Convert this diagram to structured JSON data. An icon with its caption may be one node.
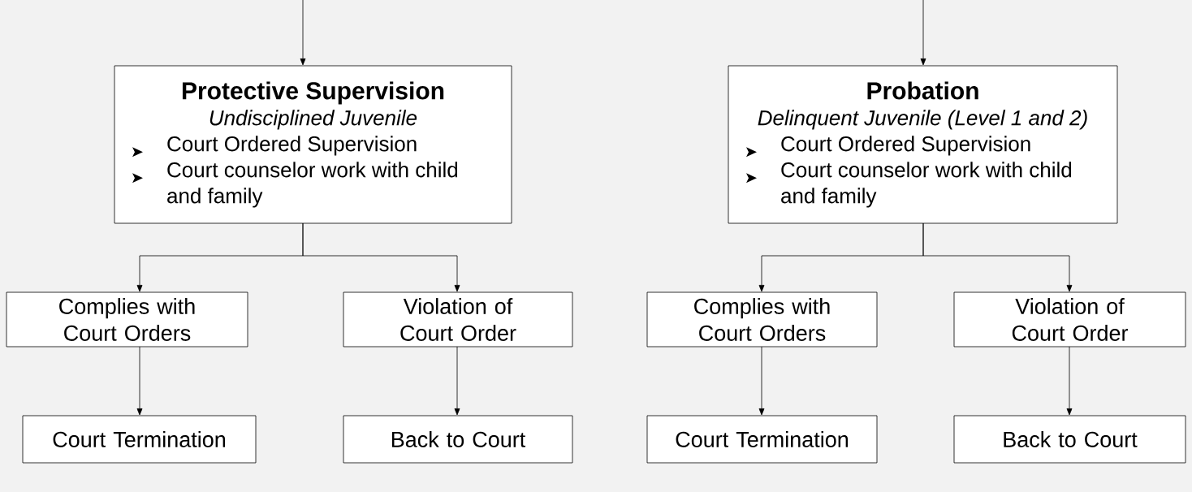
{
  "diagram": {
    "nodes": [
      {
        "text": [
          "Protective Supervision",
          "Undisciplined Juvenile",
          "Court Ordered Supervision",
          "Court counselor work with child and family"
        ]
      },
      {
        "text": [
          "Probation",
          "Delinquent Juvenile (Level 1 and 2)",
          "Court Ordered Supervision",
          "Court counselor work with child and family"
        ]
      },
      {
        "text": [
          "Complies with Court Orders"
        ]
      },
      {
        "text": [
          "Violation of Court Order"
        ]
      },
      {
        "text": [
          "Complies with Court Orders"
        ]
      },
      {
        "text": [
          "Violation of Court Order"
        ]
      },
      {
        "text": [
          "Court Termination"
        ]
      },
      {
        "text": [
          "Back to Court"
        ]
      },
      {
        "text": [
          "Court Termination"
        ]
      },
      {
        "text": [
          "Back to Court"
        ]
      }
    ],
    "edges": [
      {
        "from": null,
        "to": 0,
        "arrow": "to"
      },
      {
        "from": null,
        "to": 1,
        "arrow": "to"
      },
      {
        "from": 0,
        "to": 2,
        "arrow": "to"
      },
      {
        "from": 0,
        "to": 3,
        "arrow": "to"
      },
      {
        "from": 1,
        "to": 4,
        "arrow": "to"
      },
      {
        "from": 1,
        "to": 5,
        "arrow": "to"
      },
      {
        "from": 2,
        "to": 6,
        "arrow": "to"
      },
      {
        "from": 3,
        "to": 7,
        "arrow": "to"
      },
      {
        "from": 4,
        "to": 8,
        "arrow": "to"
      },
      {
        "from": 5,
        "to": 9,
        "arrow": "to"
      }
    ]
  }
}
